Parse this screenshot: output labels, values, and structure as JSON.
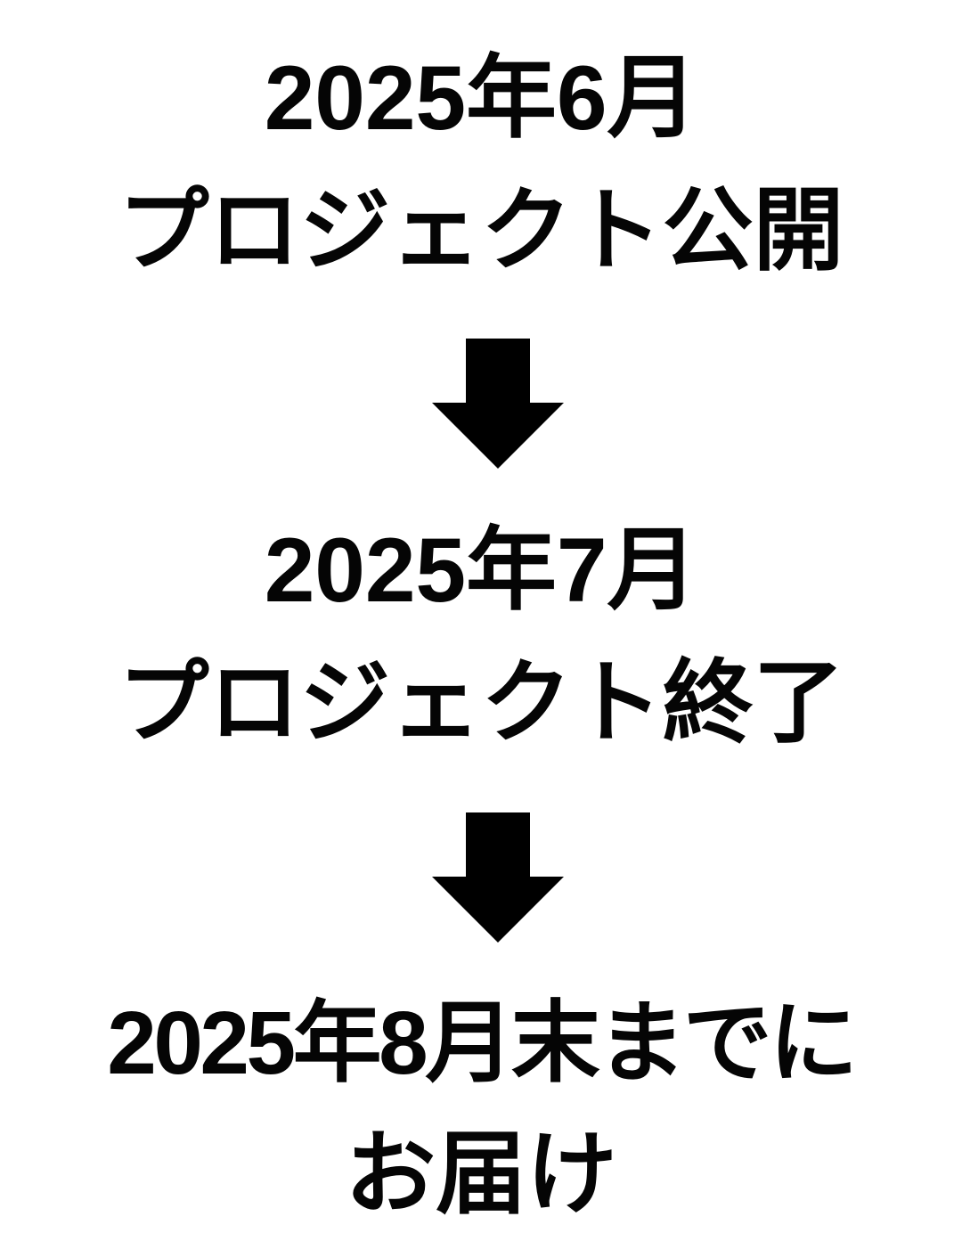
{
  "poster": {
    "background_color": "#ffffff",
    "text_color": "#050505",
    "steps": [
      {
        "id": "step-1",
        "line1": "2025年6月",
        "line2": "プロジェクト公開"
      },
      {
        "id": "step-2",
        "line1": "2025年7月",
        "line2": "プロジェクト終了"
      },
      {
        "id": "step-3",
        "line1": "2025年8月末までに",
        "line2": "お届け"
      }
    ],
    "connectors": [
      {
        "id": "arrow-1",
        "icon": "arrow-down-icon",
        "color": "#000000"
      },
      {
        "id": "arrow-2",
        "icon": "arrow-down-icon",
        "color": "#000000"
      }
    ]
  }
}
